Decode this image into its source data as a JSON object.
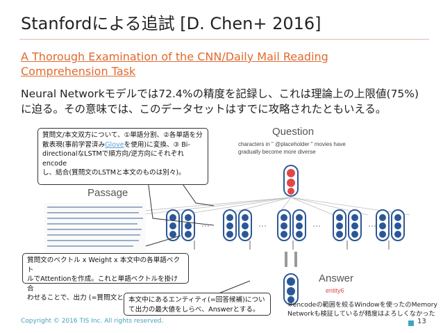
{
  "slide": {
    "title": "Stanfordによる追試 [D. Chen+ 2016]",
    "link_text": "A Thorough Examination of the CNN/Daily Mail Reading Comprehension Task",
    "body_line1": "Neural Networkモデルでは72.4%の精度を記録し、これは理論上の上限値(75%)",
    "body_line2": "に迫る。その意味では、このデータセットはすでに攻略されたともいえる。",
    "footer": "Copyright © 2016 TIS Inc. All rights reserved.",
    "page_number": "13"
  },
  "figure": {
    "question_label": "Question",
    "question_text_1": "characters in \" @placeholder \" movies have",
    "question_text_2": "gradually become more diverse",
    "passage_label": "Passage",
    "answer_label": "Answer",
    "answer_entity": "entity6"
  },
  "callouts": {
    "c1_a": "質問文/本文双方について、①単語分割、②各単語を分",
    "c1_b": "散表現(事前学習済み",
    "c1_glove": "Glove",
    "c1_c": "を使用)に変換、③ Bi-",
    "c1_d": "directionalなLSTMで順方向/逆方向にそれぞれencode",
    "c1_e": "し、結合(質問文のLSTMと本文のものは別々)。",
    "c2_a": "質問文のベクトル x Weight x 本文中の各単語ベクト",
    "c2_b": "ルでAttentionを作成。これと単語ベクトルを掛け合",
    "c2_c": "わせることで、出力 (=質問文との関連度)を導く",
    "c3_a": "本文中にあるエンティティ(=回答候補)につい",
    "c3_b": "て出力の最大値をしらべ、Answerとする。"
  },
  "note": {
    "line1": "※encodeの範囲を絞るWindowを使ったのMemory",
    "line2": "Networkも検証しているが精度はよろしくなかった"
  },
  "colors": {
    "link": "#e06a2f",
    "node_outer": "#2b5797",
    "node_inner": "#e04848",
    "footer": "#43a0b8"
  }
}
